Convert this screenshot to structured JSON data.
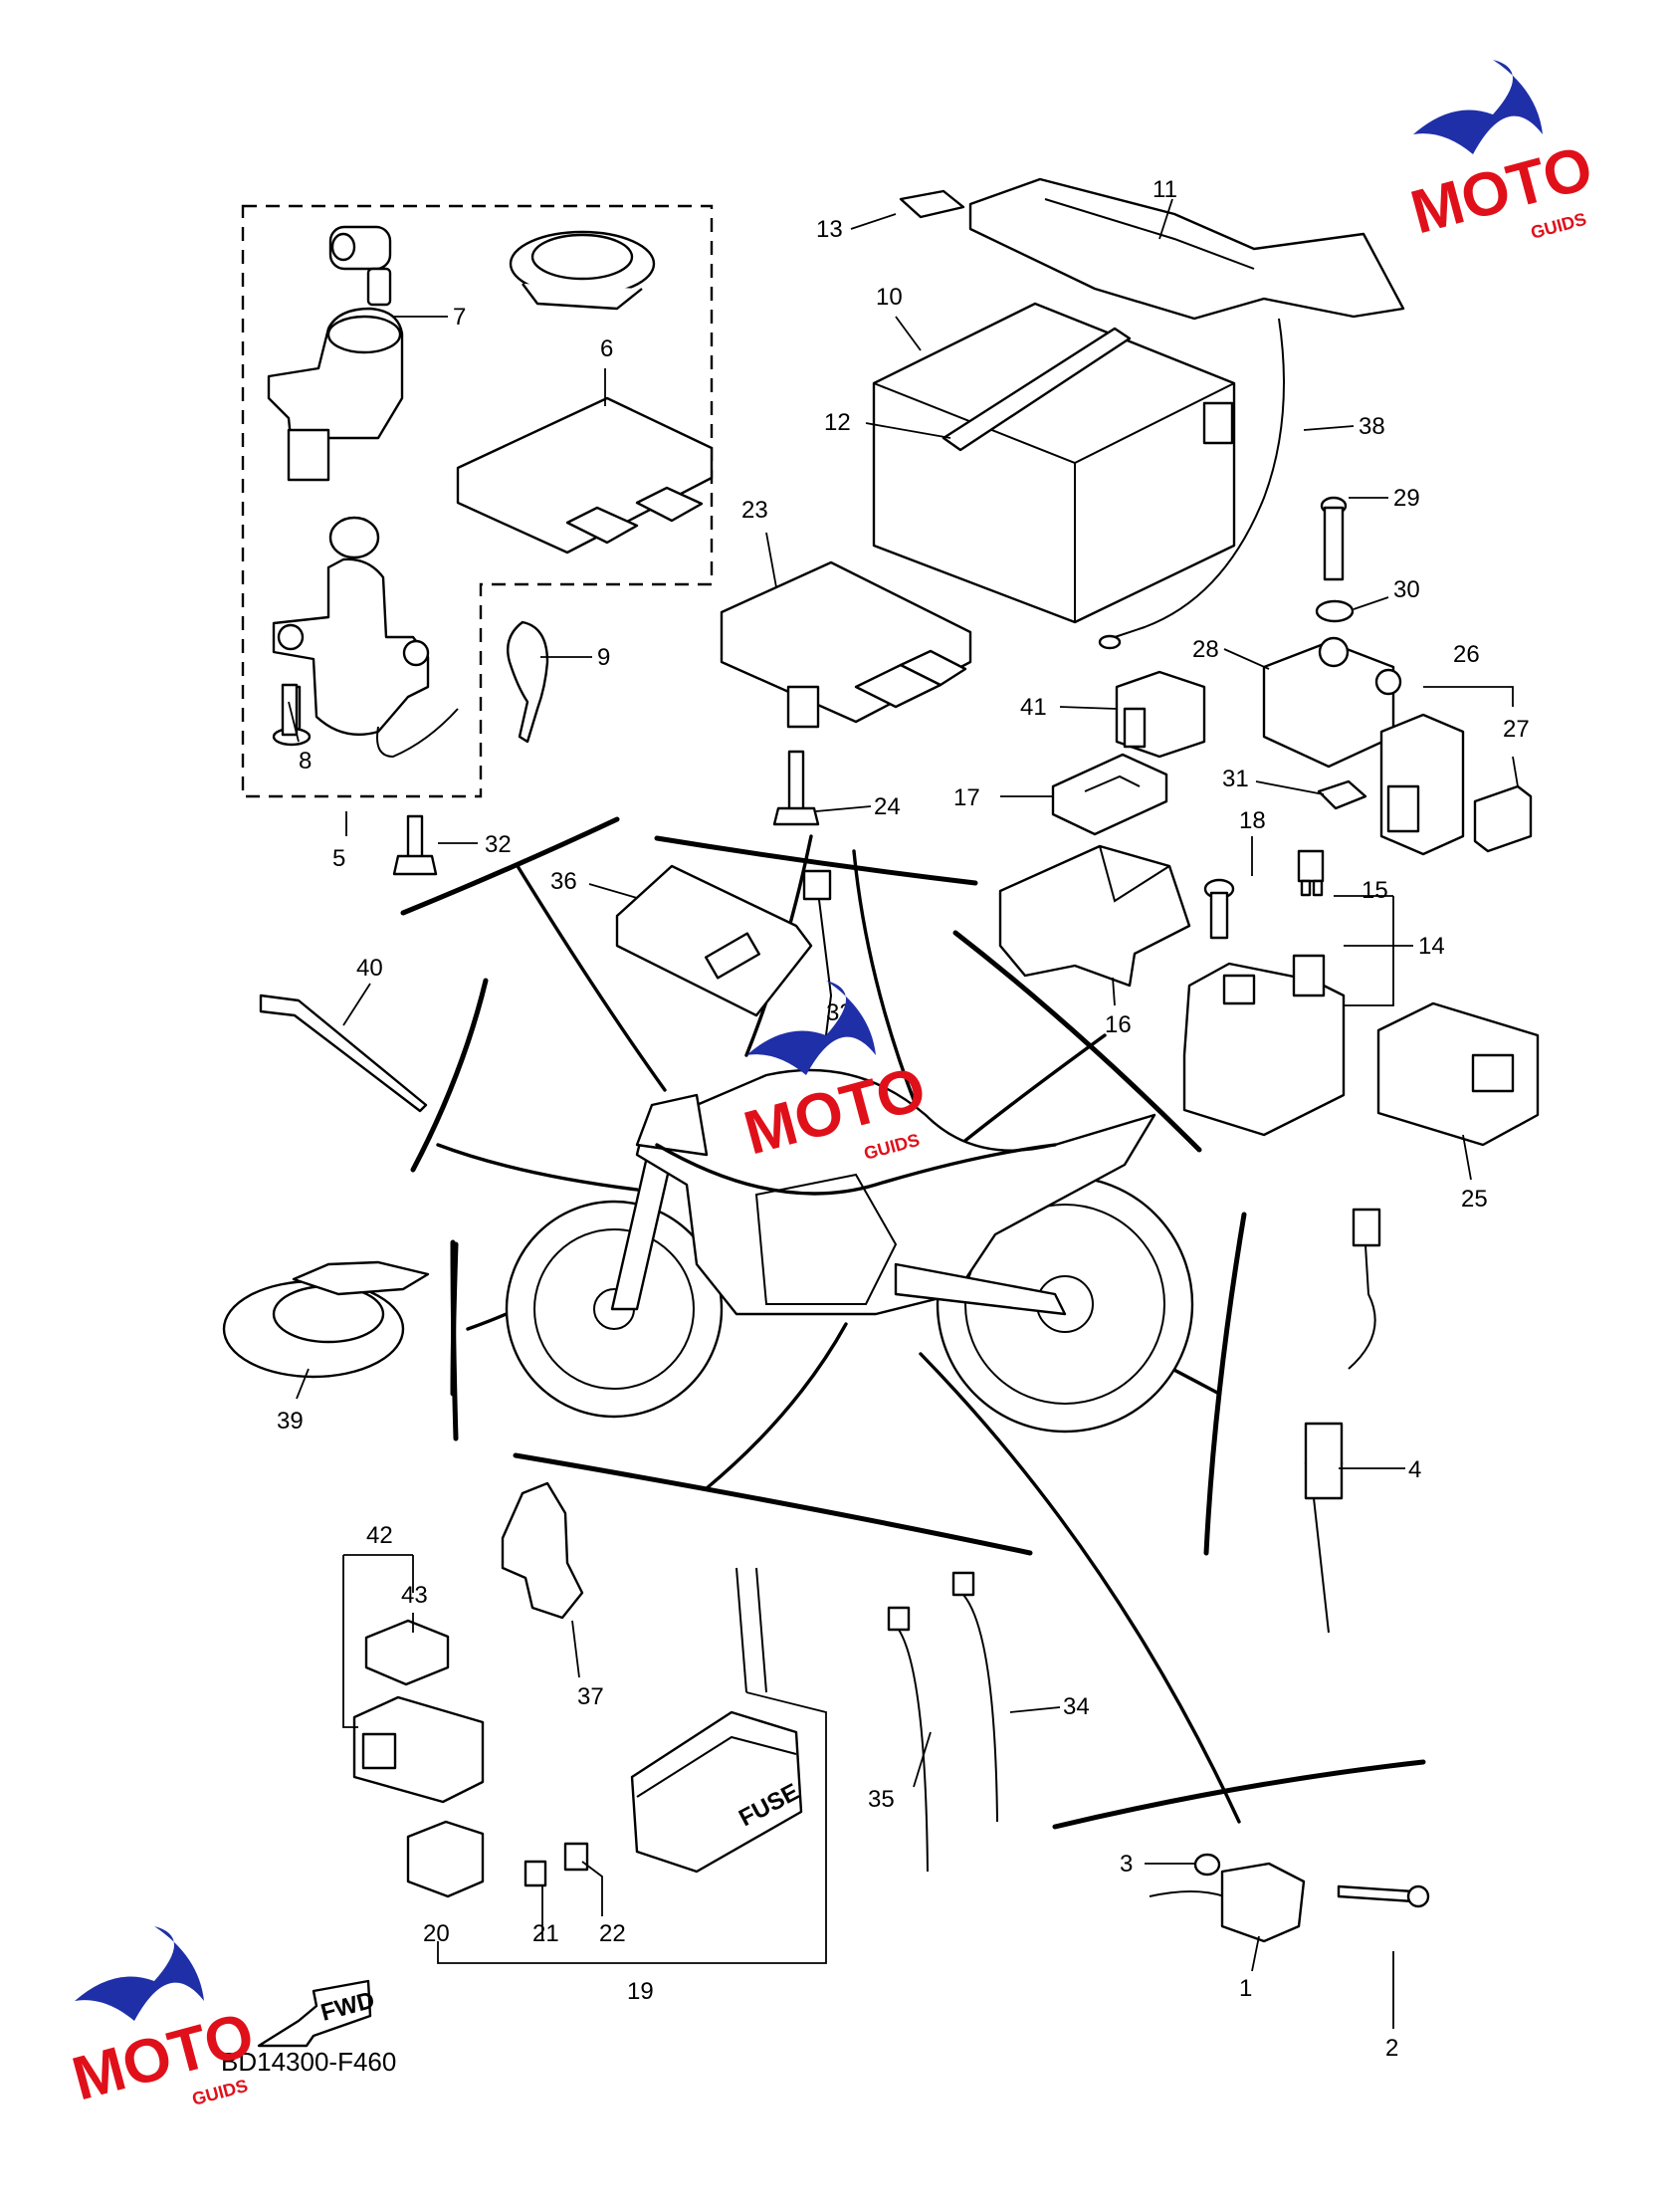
{
  "figure_code": "BD14300-F460",
  "watermark": {
    "logo_letters": "MOTO",
    "logo_suffix": "GUIDS",
    "brand_blue": "#1f2fa8",
    "brand_red": "#e0101a"
  },
  "fwd_arrow_text": "FWD",
  "fuse_box_text": "FUSE",
  "callouts": [
    {
      "n": "1"
    },
    {
      "n": "2"
    },
    {
      "n": "3"
    },
    {
      "n": "4"
    },
    {
      "n": "5"
    },
    {
      "n": "6"
    },
    {
      "n": "7"
    },
    {
      "n": "8"
    },
    {
      "n": "9"
    },
    {
      "n": "10"
    },
    {
      "n": "11"
    },
    {
      "n": "12"
    },
    {
      "n": "13"
    },
    {
      "n": "14"
    },
    {
      "n": "15"
    },
    {
      "n": "16"
    },
    {
      "n": "17"
    },
    {
      "n": "18"
    },
    {
      "n": "19"
    },
    {
      "n": "20"
    },
    {
      "n": "21"
    },
    {
      "n": "22"
    },
    {
      "n": "23"
    },
    {
      "n": "24"
    },
    {
      "n": "25"
    },
    {
      "n": "26"
    },
    {
      "n": "27"
    },
    {
      "n": "28"
    },
    {
      "n": "29"
    },
    {
      "n": "30"
    },
    {
      "n": "31"
    },
    {
      "n": "32"
    },
    {
      "n": "33"
    },
    {
      "n": "34"
    },
    {
      "n": "35"
    },
    {
      "n": "36"
    },
    {
      "n": "37"
    },
    {
      "n": "38"
    },
    {
      "n": "39"
    },
    {
      "n": "40"
    },
    {
      "n": "41"
    },
    {
      "n": "42"
    },
    {
      "n": "43"
    }
  ]
}
